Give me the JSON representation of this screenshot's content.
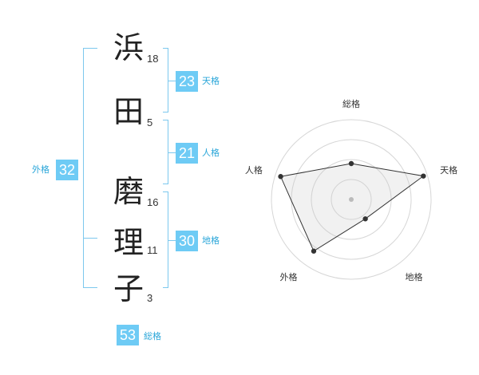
{
  "name_chars": [
    {
      "char": "浜",
      "strokes": "18"
    },
    {
      "char": "田",
      "strokes": "5"
    },
    {
      "char": "磨",
      "strokes": "16"
    },
    {
      "char": "理",
      "strokes": "11"
    },
    {
      "char": "子",
      "strokes": "3"
    }
  ],
  "scores": {
    "tenkaku": {
      "value": "23",
      "label": "天格"
    },
    "jinkaku": {
      "value": "21",
      "label": "人格"
    },
    "chikaku": {
      "value": "30",
      "label": "地格"
    },
    "gaikaku": {
      "value": "32",
      "label": "外格"
    },
    "soukaku": {
      "value": "53",
      "label": "総格"
    }
  },
  "colors": {
    "accent": "#6ecbf5",
    "bracket": "#7cc8ee",
    "label": "#2aa6d9"
  },
  "chart_data": {
    "type": "radar",
    "axes": [
      "総格",
      "天格",
      "地格",
      "外格",
      "人格"
    ],
    "values": [
      0.45,
      0.95,
      0.3,
      0.8,
      0.93
    ],
    "range": [
      0,
      1
    ],
    "rings": 4
  }
}
